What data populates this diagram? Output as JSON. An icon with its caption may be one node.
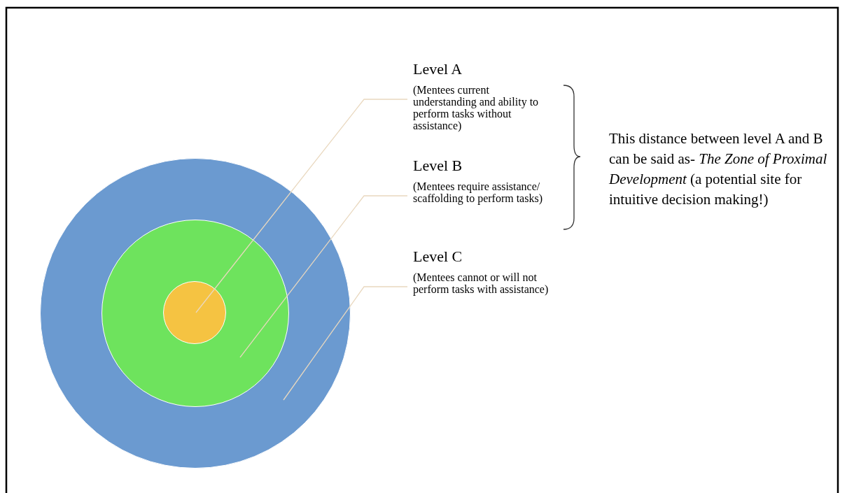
{
  "diagram": {
    "nodes": [
      {
        "text": [],
        "shape": "circle"
      },
      {
        "text": [],
        "shape": "circle",
        "in": 0
      },
      {
        "text": [],
        "shape": "circle",
        "in": 1
      },
      {
        "text": [
          "Level A",
          "(Mentees current understanding and ability to perform tasks without assistance)"
        ]
      },
      {
        "text": [
          "Level B",
          "(Mentees require assistance/ scaffolding to perform tasks)"
        ]
      },
      {
        "text": [
          "Level C",
          "(Mentees cannot or will not perform tasks with assistance)"
        ]
      }
    ],
    "edges": [
      {
        "from": 3,
        "to": 2,
        "arrow": "none"
      },
      {
        "from": 4,
        "to": 1,
        "arrow": "none"
      },
      {
        "from": 5,
        "to": 0,
        "arrow": "none"
      }
    ],
    "labels": [
      "This distance between level A and B can be said as- *The Zone of Proximal Development* (a potential site for intuitive decision making!)"
    ]
  }
}
